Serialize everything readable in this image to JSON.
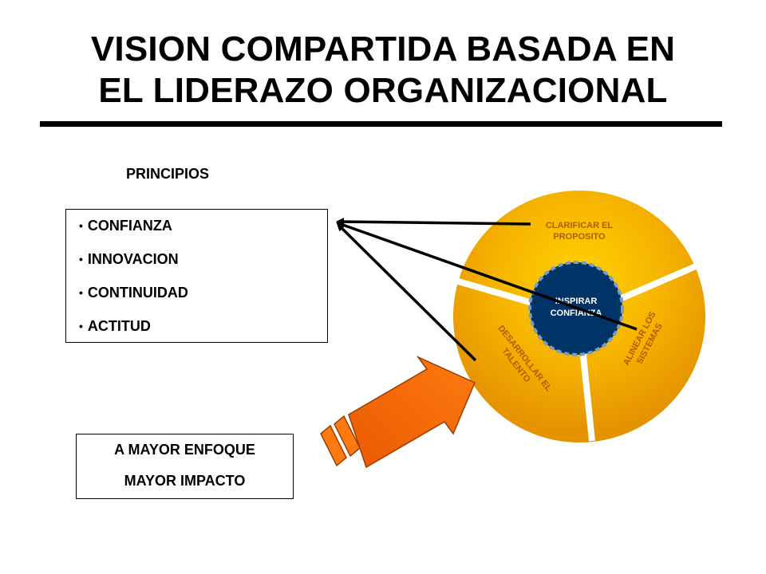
{
  "title": {
    "line1": "VISION COMPARTIDA BASADA EN",
    "line2": "EL LIDERAZO ORGANIZACIONAL"
  },
  "principles": {
    "heading": "PRINCIPIOS",
    "items": [
      "CONFIANZA",
      "INNOVACION",
      "CONTINUIDAD",
      "ACTITUD"
    ]
  },
  "impact": {
    "line1": "A MAYOR ENFOQUE",
    "line2": "MAYOR IMPACTO"
  },
  "wheel": {
    "center_line1": "INSPIRAR",
    "center_line2": "CONFIANZA",
    "segment_top_line1": "CLARIFICAR EL",
    "segment_top_line2": "PROPOSITO",
    "segment_right_line1": "ALINEAR LOS",
    "segment_right_line2": "SISTEMAS",
    "segment_left_line1": "DESARROLLAR EL",
    "segment_left_line2": "TALENTO"
  },
  "colors": {
    "wheel_outer": "#e59400",
    "wheel_mid": "#f6b400",
    "wheel_highlight": "#ffd200",
    "center_fill": "#003366",
    "center_border": "#7a9cc8",
    "big_arrow": "#f26d00",
    "segment_text": "#b35a00"
  }
}
